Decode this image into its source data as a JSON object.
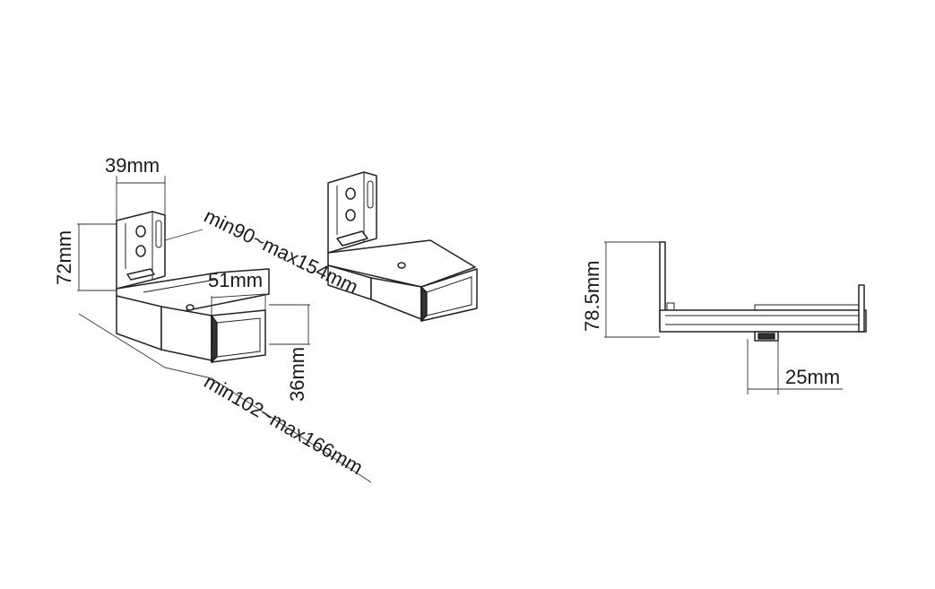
{
  "dimensions": {
    "width_39": "39mm",
    "height_72": "72mm",
    "min90_max154": "min90~max154mm",
    "width_51": "51mm",
    "height_36": "36mm",
    "min102_max166": "min102~max166mm",
    "height_78_5": "78.5mm",
    "width_25": "25mm"
  }
}
